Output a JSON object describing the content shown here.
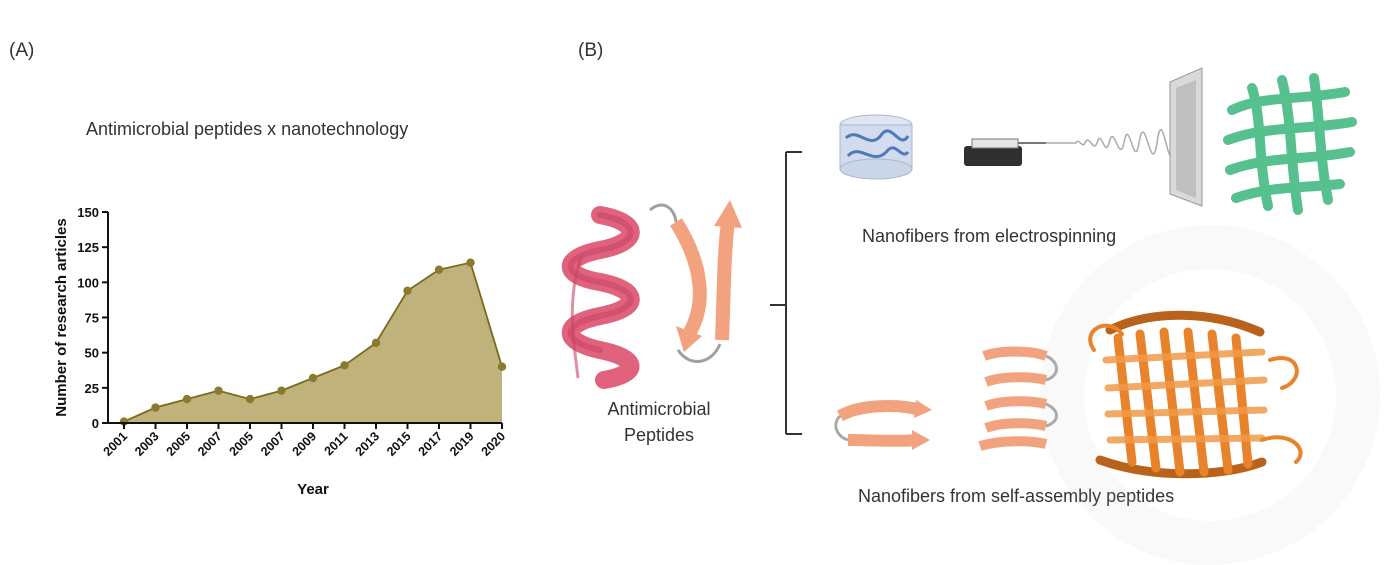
{
  "panels": {
    "a_label": "(A)",
    "b_label": "(B)"
  },
  "chart_data": {
    "type": "area",
    "title": "Antimicrobial peptides x nanotechnology",
    "xlabel": "Year",
    "ylabel": "Number of research articles",
    "categories": [
      "2001",
      "2003",
      "2005",
      "2007",
      "2005",
      "2007",
      "2009",
      "2011",
      "2013",
      "2015",
      "2017",
      "2019",
      "2020"
    ],
    "values": [
      1,
      11,
      17,
      23,
      17,
      23,
      32,
      41,
      57,
      94,
      109,
      114,
      40
    ],
    "ylim": [
      0,
      150
    ],
    "yticks": [
      0,
      25,
      50,
      75,
      100,
      125,
      150
    ],
    "grid": false,
    "colors": {
      "fill": "#bfb27a",
      "line": "#7a6a1f",
      "marker": "#8a7a2e"
    }
  },
  "diagram": {
    "amp_label": "Antimicrobial Peptides",
    "electrospinning_caption": "Nanofibers from electrospinning",
    "self_assembly_caption": "Nanofibers from self-assembly peptides",
    "colors": {
      "helix": "#e0627c",
      "strand": "#f2a27e",
      "mesh": "#56c08e",
      "beta_barrel": "#e8832c",
      "hydrogel": "#4f79b8"
    }
  }
}
